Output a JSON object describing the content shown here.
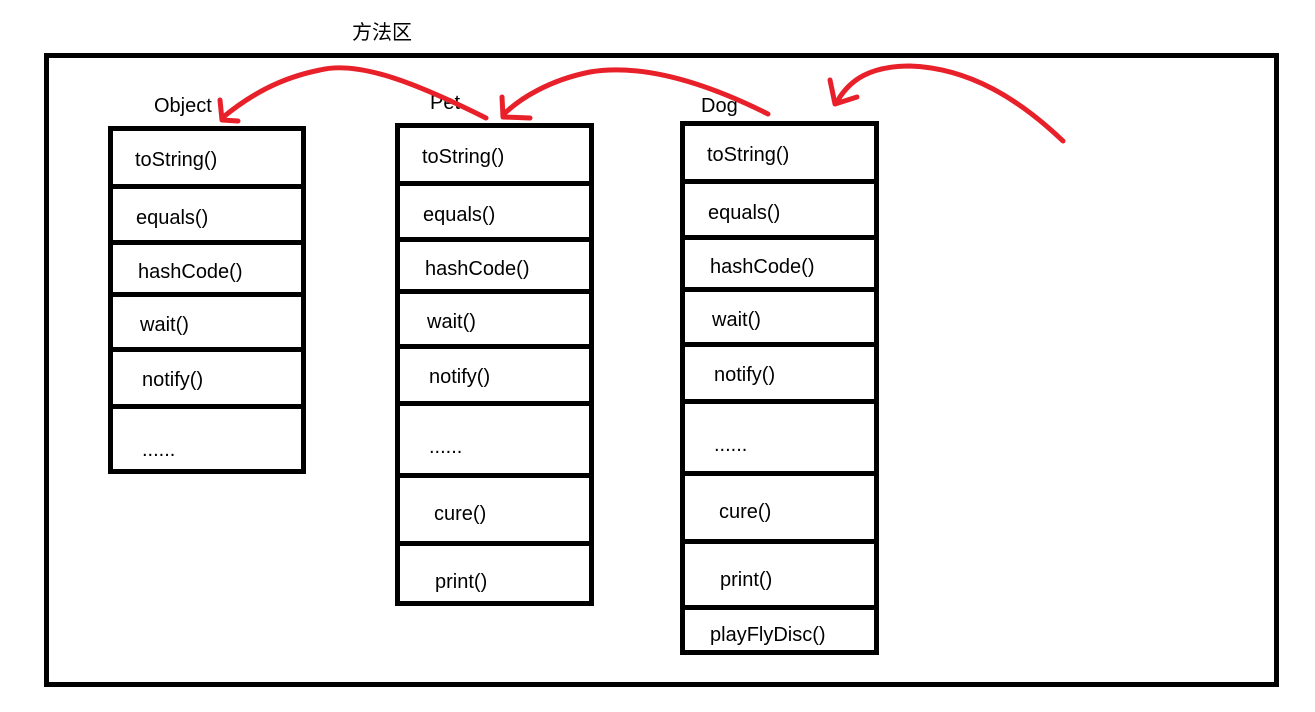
{
  "title": "方法区",
  "arrow_color": "#e8202a",
  "classes": [
    {
      "name": "Object",
      "methods": [
        "toString()",
        "equals()",
        "hashCode()",
        "wait()",
        "notify()",
        "......"
      ]
    },
    {
      "name": "Pet",
      "methods": [
        "toString()",
        "equals()",
        "hashCode()",
        "wait()",
        "notify()",
        "......",
        "cure()",
        "print()"
      ]
    },
    {
      "name": "Dog",
      "methods": [
        "toString()",
        "equals()",
        "hashCode()",
        "wait()",
        "notify()",
        "......",
        "cure()",
        "print()",
        "playFlyDisc()"
      ]
    }
  ],
  "arrows": [
    {
      "from": "Dog",
      "to": "Pet"
    },
    {
      "from": "Pet",
      "to": "Object"
    },
    {
      "from": "outside",
      "to": "Dog"
    }
  ]
}
